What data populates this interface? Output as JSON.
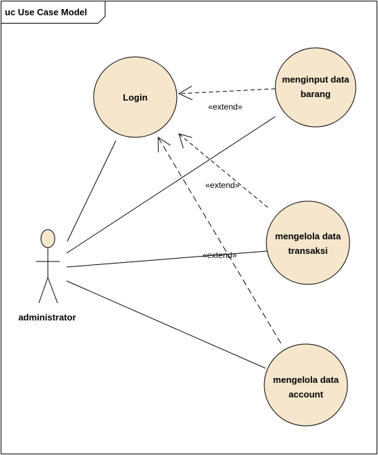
{
  "diagram": {
    "frame_title": "uc Use Case Model",
    "colors": {
      "use_case_fill": "#f5e6cc",
      "stroke": "#000000",
      "background": "#ffffff"
    },
    "actor": {
      "name": "administrator"
    },
    "use_cases": {
      "login": {
        "label_lines": [
          "Login"
        ]
      },
      "menginput": {
        "label_lines": [
          "menginput data",
          "barang"
        ]
      },
      "transaksi": {
        "label_lines": [
          "mengelola data",
          "transaksi"
        ]
      },
      "account": {
        "label_lines": [
          "mengelola data",
          "account"
        ]
      }
    },
    "relationships": [
      {
        "type": "association",
        "from": "administrator",
        "to": "Login"
      },
      {
        "type": "association",
        "from": "administrator",
        "to": "menginput data barang"
      },
      {
        "type": "association",
        "from": "administrator",
        "to": "mengelola data transaksi"
      },
      {
        "type": "association",
        "from": "administrator",
        "to": "mengelola data account"
      },
      {
        "type": "extend",
        "from": "menginput data barang",
        "to": "Login",
        "stereotype": "«extend»"
      },
      {
        "type": "extend",
        "from": "mengelola data transaksi",
        "to": "Login",
        "stereotype": "«extend»"
      },
      {
        "type": "extend",
        "from": "mengelola data account",
        "to": "Login",
        "stereotype": "«extend»"
      }
    ]
  }
}
